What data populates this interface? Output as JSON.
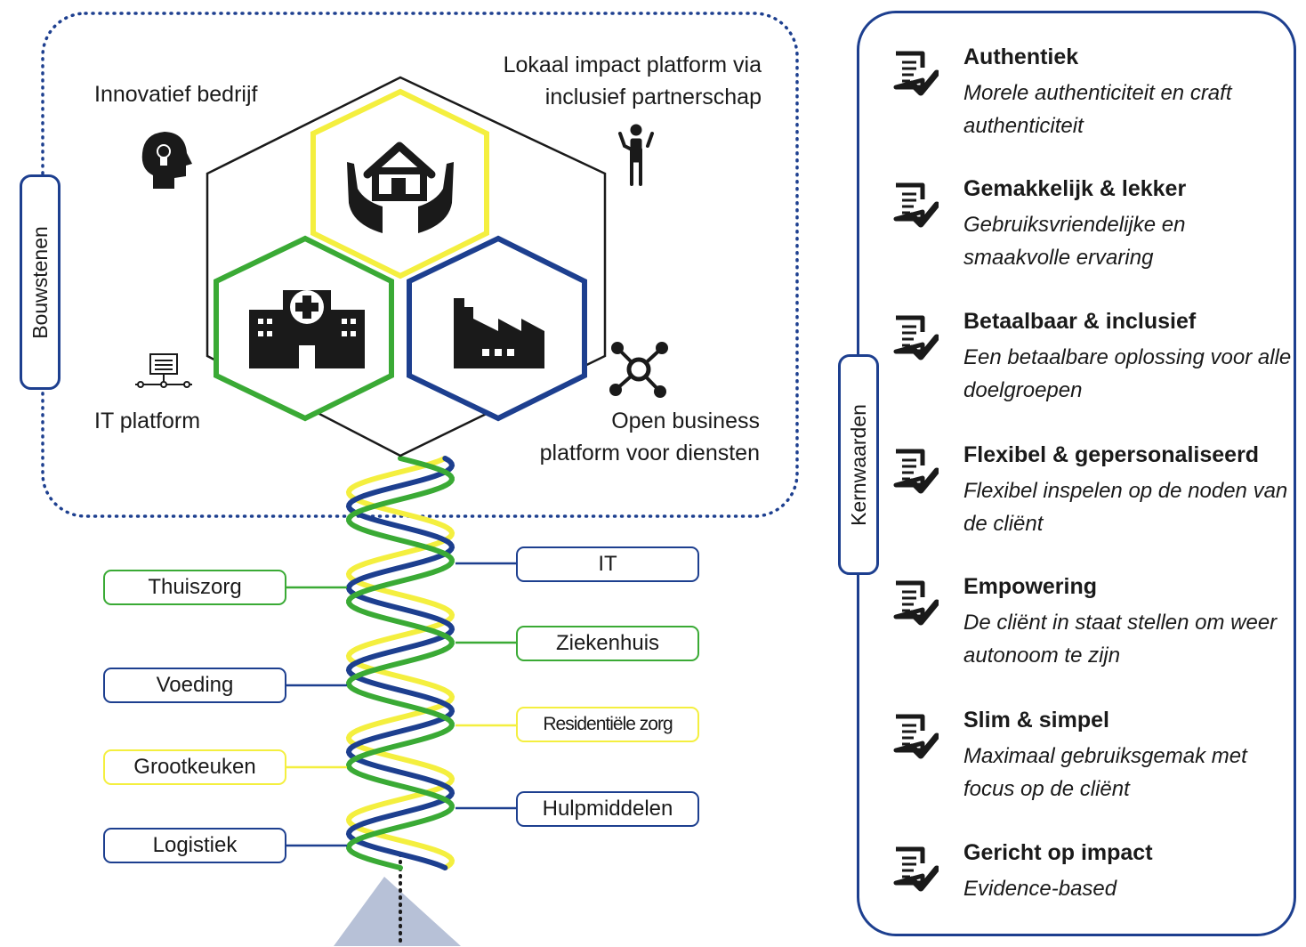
{
  "colors": {
    "blue": "#1d3f8f",
    "green": "#3aaa35",
    "yellow": "#f4ef3f",
    "gray_beam": "#b7c1d7",
    "dark": "#1a1a1a"
  },
  "bouwstenen": {
    "title": "Bouwstenen",
    "innovative": {
      "label": "Innovatief bedrijf",
      "icon": "lightbulb-head-icon"
    },
    "local_impact": {
      "label_line1": "Lokaal impact platform via",
      "label_line2": "inclusief partnerschap",
      "icon": "person-arms-open-icon"
    },
    "it_platform": {
      "label": "IT platform",
      "icon": "network-terminal-icon"
    },
    "open_business": {
      "label_line1": "Open business",
      "label_line2": "platform voor diensten",
      "icon": "hub-network-icon"
    },
    "hexagons": [
      {
        "icon": "hands-house-icon",
        "color": "yellow"
      },
      {
        "icon": "hospital-icon",
        "color": "green"
      },
      {
        "icon": "factory-icon",
        "color": "blue"
      }
    ]
  },
  "sectors": {
    "left": [
      {
        "label": "Thuiszorg",
        "color": "green"
      },
      {
        "label": "Voeding",
        "color": "blue"
      },
      {
        "label": "Grootkeuken",
        "color": "yellow"
      },
      {
        "label": "Logistiek",
        "color": "blue"
      }
    ],
    "right": [
      {
        "label": "IT",
        "color": "blue"
      },
      {
        "label": "Ziekenhuis",
        "color": "green"
      },
      {
        "label": "Residentiële zorg",
        "color": "yellow"
      },
      {
        "label": "Hulpmiddelen",
        "color": "blue"
      }
    ]
  },
  "kernwaarden": {
    "title": "Kernwaarden",
    "items": [
      {
        "title": "Authentiek",
        "desc": "Morele authenticiteit en craft authenticiteit",
        "icon": "document-check-icon"
      },
      {
        "title": "Gemakkelijk & lekker",
        "desc": "Gebruiksvriendelijke en smaakvolle ervaring",
        "icon": "document-check-icon"
      },
      {
        "title": "Betaalbaar & inclusief",
        "desc": "Een betaalbare oplossing voor alle doelgroepen",
        "icon": "document-check-icon"
      },
      {
        "title": "Flexibel & gepersonaliseerd",
        "desc": "Flexibel inspelen op de noden van de cliënt",
        "icon": "document-check-icon"
      },
      {
        "title": "Empowering",
        "desc": "De cliënt in staat stellen om weer autonoom te zijn",
        "icon": "document-check-icon"
      },
      {
        "title": "Slim & simpel",
        "desc": "Maximaal gebruiksgemak met focus op de cliënt",
        "icon": "document-check-icon"
      },
      {
        "title": "Gericht op impact",
        "desc": "Evidence-based",
        "icon": "document-check-icon"
      }
    ]
  }
}
